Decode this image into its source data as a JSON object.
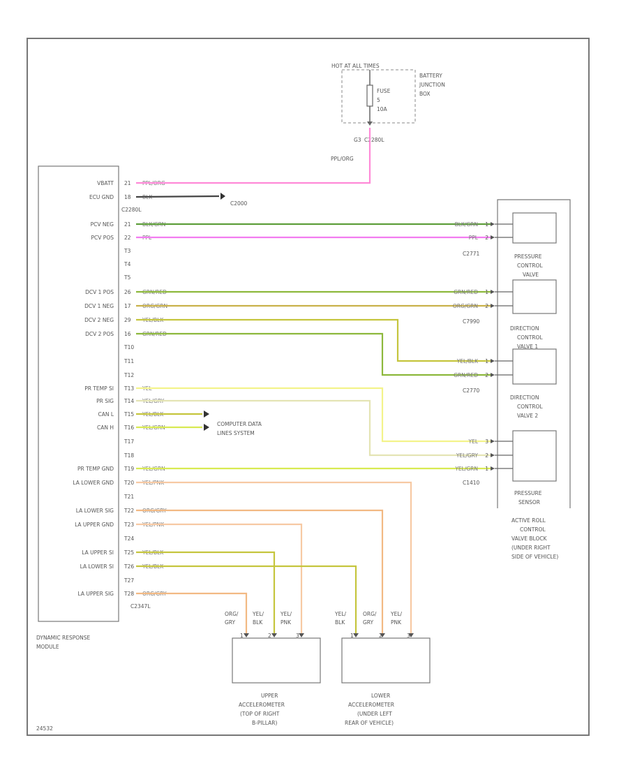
{
  "page_id": "24532",
  "fuse_box": {
    "header": "HOT AT ALL TIMES",
    "name_lines": [
      "BATTERY",
      "JUNCTION",
      "BOX"
    ],
    "fuse_lines": [
      "FUSE",
      "5",
      "10A"
    ],
    "connector": "C2280L",
    "pin": "G3"
  },
  "module": {
    "name_lines": [
      "DYNAMIC RESPONSE",
      "MODULE"
    ],
    "connector_1": "C2280L",
    "connector_2": "C2347L",
    "ground": "C2000",
    "pins": [
      {
        "pin": "21",
        "label": "VBATT",
        "wire": "PPL/ORG"
      },
      {
        "pin": "18",
        "label": "ECU GND",
        "wire": "BLK"
      },
      {
        "pin": "21",
        "label": "PCV NEG",
        "wire": "BLK/GRN"
      },
      {
        "pin": "22",
        "label": "PCV POS",
        "wire": "PPL"
      },
      {
        "pin": "T3",
        "label": "",
        "wire": ""
      },
      {
        "pin": "T4",
        "label": "",
        "wire": ""
      },
      {
        "pin": "T5",
        "label": "",
        "wire": ""
      },
      {
        "pin": "26",
        "label": "DCV 1 POS",
        "wire": "GRN/RED"
      },
      {
        "pin": "17",
        "label": "DCV 1 NEG",
        "wire": "ORG/GRN"
      },
      {
        "pin": "29",
        "label": "DCV 2 NEG",
        "wire": "YEL/BLK"
      },
      {
        "pin": "16",
        "label": "DCV 2 POS",
        "wire": "GRN/RED"
      },
      {
        "pin": "T10",
        "label": "",
        "wire": ""
      },
      {
        "pin": "T11",
        "label": "",
        "wire": ""
      },
      {
        "pin": "T12",
        "label": "",
        "wire": ""
      },
      {
        "pin": "T13",
        "label": "PR TEMP SI",
        "wire": "YEL"
      },
      {
        "pin": "T14",
        "label": "PR SIG",
        "wire": "YEL/GRY"
      },
      {
        "pin": "T15",
        "label": "CAN L",
        "wire": "YEL/BLK"
      },
      {
        "pin": "T16",
        "label": "CAN H",
        "wire": "YEL/GRN"
      },
      {
        "pin": "T17",
        "label": "",
        "wire": ""
      },
      {
        "pin": "T18",
        "label": "",
        "wire": ""
      },
      {
        "pin": "T19",
        "label": "PR TEMP GND",
        "wire": "YEL/GRN"
      },
      {
        "pin": "T20",
        "label": "LA LOWER GND",
        "wire": "YEL/PNK"
      },
      {
        "pin": "T21",
        "label": "",
        "wire": ""
      },
      {
        "pin": "T22",
        "label": "LA LOWER SIG",
        "wire": "ORG/GRY"
      },
      {
        "pin": "T23",
        "label": "LA UPPER GND",
        "wire": "YEL/PNK"
      },
      {
        "pin": "T24",
        "label": "",
        "wire": ""
      },
      {
        "pin": "T25",
        "label": "LA UPPER SI",
        "wire": "YEL/BLK"
      },
      {
        "pin": "T26",
        "label": "LA LOWER SI",
        "wire": "YEL/BLK"
      },
      {
        "pin": "T27",
        "label": "",
        "wire": ""
      },
      {
        "pin": "T28",
        "label": "LA UPPER SIG",
        "wire": "ORG/GRY"
      }
    ]
  },
  "can_system_lines": [
    "COMPUTER DATA",
    "LINES SYSTEM"
  ],
  "valve_block": {
    "name_lines": [
      "ACTIVE ROLL",
      "CONTROL",
      "VALVE BLOCK",
      "(UNDER RIGHT",
      "SIDE OF VEHICLE)"
    ],
    "components": [
      {
        "name_lines": [
          "PRESSURE",
          "CONTROL",
          "VALVE"
        ],
        "connector": "C2771",
        "pins": [
          {
            "wire": "BLK/GRN",
            "pin": "1"
          },
          {
            "wire": "PPL",
            "pin": "2"
          }
        ]
      },
      {
        "name_lines": [
          "DIRECTION",
          "CONTROL",
          "VALVE 1"
        ],
        "connector": "C7990",
        "pins": [
          {
            "wire": "GRN/RED",
            "pin": "1"
          },
          {
            "wire": "ORG/GRN",
            "pin": "2"
          }
        ]
      },
      {
        "name_lines": [
          "DIRECTION",
          "CONTROL",
          "VALVE 2"
        ],
        "connector": "C2770",
        "pins": [
          {
            "wire": "YEL/BLK",
            "pin": "1"
          },
          {
            "wire": "GRN/RED",
            "pin": "2"
          }
        ]
      },
      {
        "name_lines": [
          "PRESSURE",
          "SENSOR"
        ],
        "connector": "C1410",
        "pins": [
          {
            "wire": "YEL",
            "pin": "3"
          },
          {
            "wire": "YEL/GRY",
            "pin": "2"
          },
          {
            "wire": "YEL/GRN",
            "pin": "1"
          }
        ]
      }
    ]
  },
  "accelerometers": [
    {
      "name_lines": [
        "UPPER",
        "ACCELEROMETER",
        "(TOP OF RIGHT",
        "B-PILLAR)"
      ],
      "pins": [
        {
          "wire_lines": [
            "ORG/",
            "GRY"
          ],
          "pin": "1"
        },
        {
          "wire_lines": [
            "YEL/",
            "BLK"
          ],
          "pin": "2"
        },
        {
          "wire_lines": [
            "YEL/",
            "PNK"
          ],
          "pin": "3"
        }
      ]
    },
    {
      "name_lines": [
        "LOWER",
        "ACCELEROMETER",
        "(UNDER LEFT",
        "REAR OF VEHICLE)"
      ],
      "pins": [
        {
          "wire_lines": [
            "YEL/",
            "BLK"
          ],
          "pin": "1"
        },
        {
          "wire_lines": [
            "ORG/",
            "GRY"
          ],
          "pin": "2"
        },
        {
          "wire_lines": [
            "YEL/",
            "PNK"
          ],
          "pin": "3"
        }
      ]
    }
  ],
  "colors": {
    "ppl_org": "#ff8ad8",
    "blk": "#444444",
    "blk_grn": "#5e9e3a",
    "ppl": "#f27cf0",
    "grn_red": "#8db83c",
    "org_grn": "#c9b14a",
    "yel_blk": "#c5c53d",
    "yel": "#f3f38a",
    "yel_gry": "#e4e4b4",
    "yel_grn": "#d8ea52",
    "yel_pnk": "#f7c9a3",
    "org_gry": "#f2b983",
    "outline": "#777777"
  }
}
